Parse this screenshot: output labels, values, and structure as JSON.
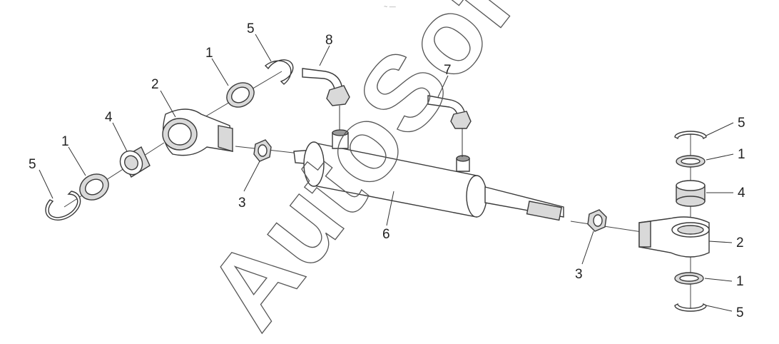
{
  "callouts": {
    "c5a": "5",
    "c1a": "1",
    "c4a": "4",
    "c2a": "2",
    "c1b": "1",
    "c5b": "5",
    "c3a": "3",
    "c8": "8",
    "c7": "7",
    "c6": "6",
    "c3b": "3",
    "c5c": "5",
    "c1c": "1",
    "c4b": "4",
    "c2b": "2",
    "c1d": "1",
    "c5d": "5"
  },
  "watermark": "AutoSoft",
  "top_mark": "~ —"
}
